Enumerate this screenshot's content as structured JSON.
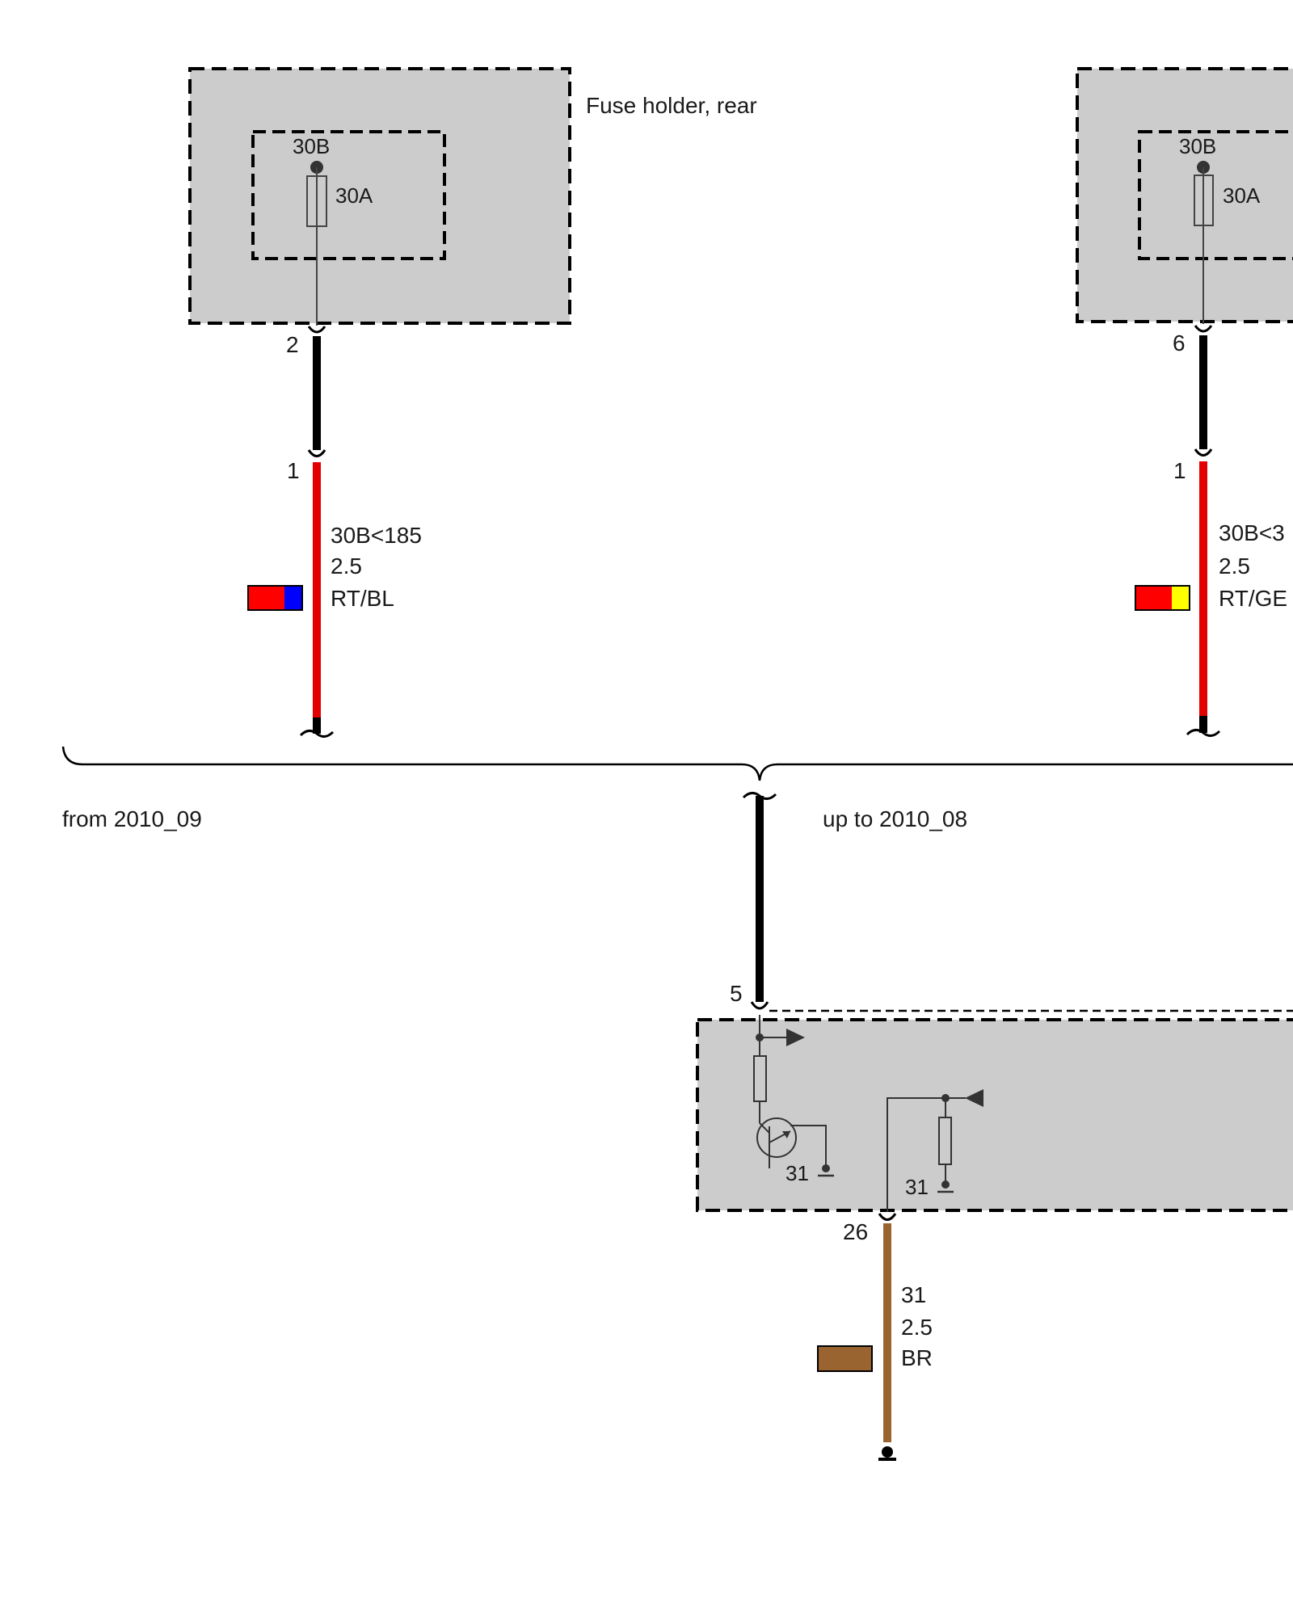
{
  "colors": {
    "box_fill": "#cccccc",
    "wire_black": "#000000",
    "wire_red": "#e30000",
    "wire_brown": "#9a6431",
    "swatch_red": "#ff0000",
    "swatch_blue": "#0000ff",
    "swatch_yellow": "#ffff00",
    "swatch_brown": "#9a6431"
  },
  "left_fuse": {
    "terminal": "30B",
    "rating": "30A",
    "title": "Fuse holder, rear",
    "pin_out": "2",
    "pin_in": "1",
    "wire_signal": "30B<185",
    "wire_size": "2.5",
    "wire_color": "RT/BL"
  },
  "right_fuse": {
    "terminal": "30B",
    "rating": "30A",
    "pin_out": "6",
    "pin_in": "1",
    "wire_signal": "30B<3",
    "wire_size": "2.5",
    "wire_color": "RT/GE"
  },
  "brace": {
    "left_label": "from 2010_09",
    "right_label": "up to 2010_08"
  },
  "module": {
    "pin_in": "5",
    "pin_ground": "26",
    "ground_label_1": "31",
    "ground_label_2": "31",
    "wire_signal": "31",
    "wire_size": "2.5",
    "wire_color": "BR"
  }
}
